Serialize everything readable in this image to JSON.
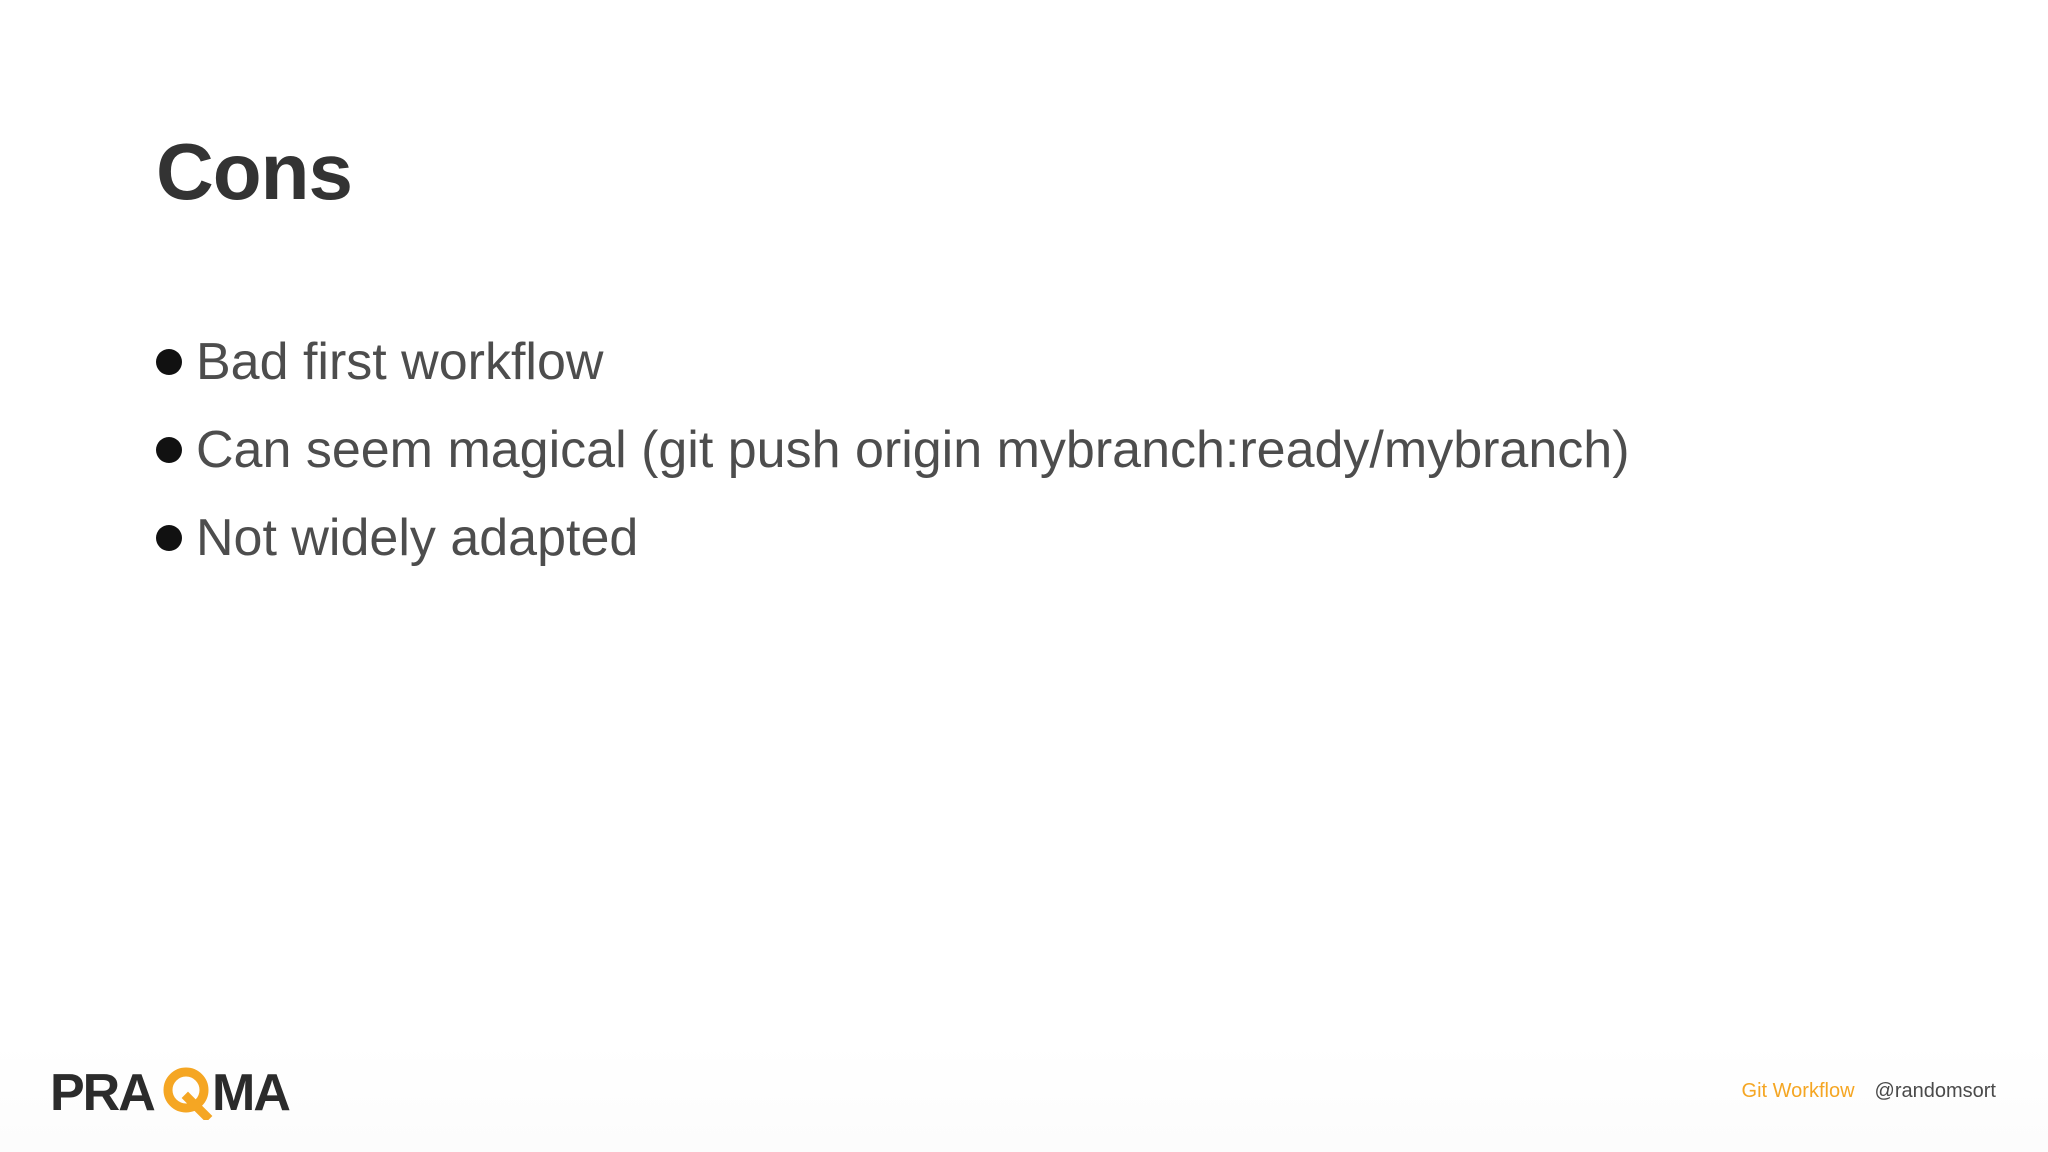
{
  "slide": {
    "title": "Cons",
    "bullets": [
      "Bad first workflow",
      "Can seem magical (git push origin mybranch:ready/mybranch)",
      "Not widely adapted"
    ]
  },
  "footer": {
    "logo_text": "PRAQMA",
    "topic": "Git Workflow",
    "handle": "@randomsort"
  },
  "colors": {
    "accent": "#f5a623",
    "title": "#333333",
    "body": "#4d4d4d"
  }
}
